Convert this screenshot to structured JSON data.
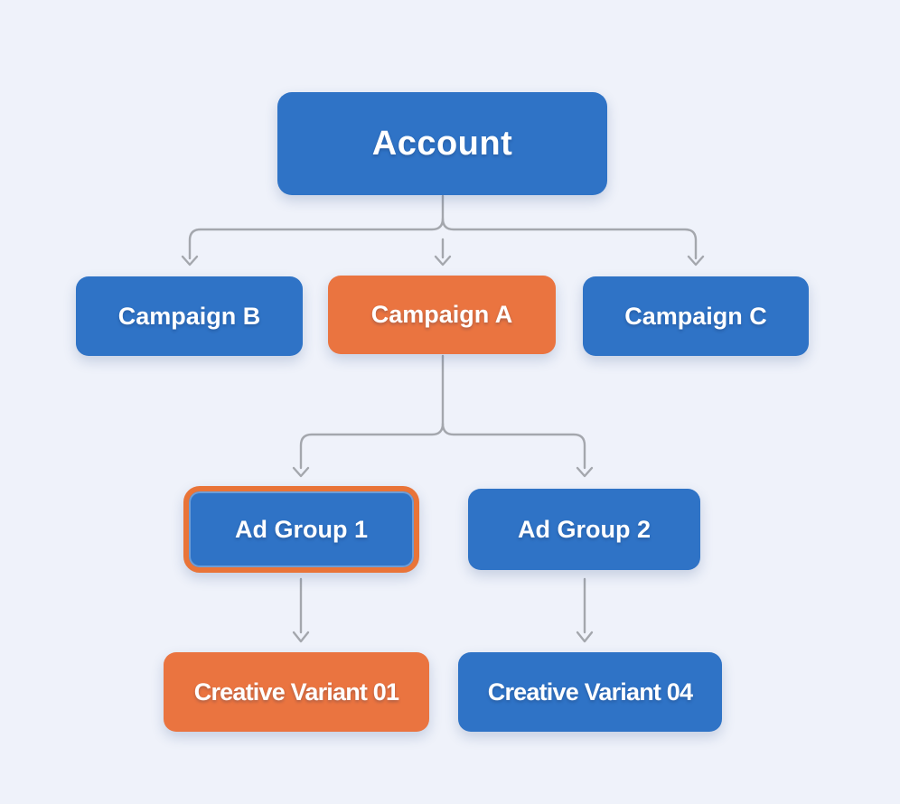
{
  "diagram": {
    "type": "hierarchy-flowchart",
    "background": "#eff2fa",
    "colors": {
      "blue": "#2f73c6",
      "orange": "#ea7440",
      "highlight_border": "#e97438",
      "connector": "#a4a7ad",
      "text": "#ffffff"
    },
    "nodes": [
      {
        "id": "account",
        "label": "Account",
        "level": "account",
        "color": "blue",
        "highlighted": false
      },
      {
        "id": "campaign-b",
        "label": "Campaign B",
        "level": "campaign",
        "color": "blue",
        "highlighted": false
      },
      {
        "id": "campaign-a",
        "label": "Campaign A",
        "level": "campaign",
        "color": "orange",
        "highlighted": false
      },
      {
        "id": "campaign-c",
        "label": "Campaign C",
        "level": "campaign",
        "color": "blue",
        "highlighted": false
      },
      {
        "id": "ad-group-1",
        "label": "Ad Group 1",
        "level": "ad-group",
        "color": "blue",
        "highlighted": true
      },
      {
        "id": "ad-group-2",
        "label": "Ad Group 2",
        "level": "ad-group",
        "color": "blue",
        "highlighted": false
      },
      {
        "id": "creative-variant-01",
        "label": "Creative Variant 01",
        "level": "creative-variant",
        "color": "orange",
        "highlighted": false
      },
      {
        "id": "creative-variant-04",
        "label": "Creative Variant 04",
        "level": "creative-variant",
        "color": "blue",
        "highlighted": false
      }
    ],
    "edges": [
      {
        "from": "account",
        "to": "campaign-b"
      },
      {
        "from": "account",
        "to": "campaign-a"
      },
      {
        "from": "account",
        "to": "campaign-c"
      },
      {
        "from": "campaign-a",
        "to": "ad-group-1"
      },
      {
        "from": "campaign-a",
        "to": "ad-group-2"
      },
      {
        "from": "ad-group-1",
        "to": "creative-variant-01"
      },
      {
        "from": "ad-group-2",
        "to": "creative-variant-04"
      }
    ]
  }
}
